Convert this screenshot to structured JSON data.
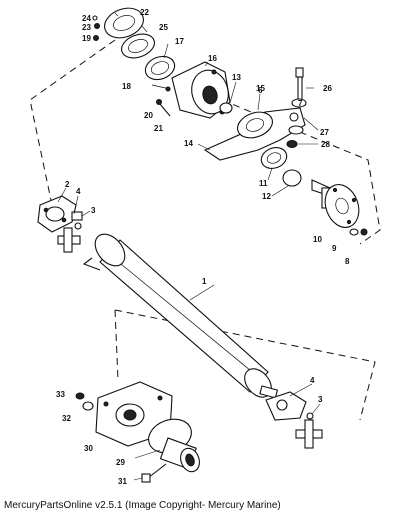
{
  "footer": "MercuryPartsOnline v2.5.1 (Image Copyright- Mercury Marine)",
  "callouts": {
    "c1": "1",
    "c2": "2",
    "c3a": "3",
    "c3b": "3",
    "c4a": "4",
    "c4b": "4",
    "c6": "6",
    "c7": "7",
    "c8": "8",
    "c9": "9",
    "c10": "10",
    "c11": "11",
    "c12": "12",
    "c13": "13",
    "c14": "14",
    "c15": "15",
    "c16": "16",
    "c17": "17",
    "c18": "18",
    "c19": "19",
    "c20": "20",
    "c21": "21",
    "c22": "22",
    "c23": "23",
    "c24": "24",
    "c25": "25",
    "c26": "26",
    "c27": "27",
    "c28": "28",
    "c29": "29",
    "c30": "30",
    "c31": "31",
    "c32": "32",
    "c33": "33"
  }
}
